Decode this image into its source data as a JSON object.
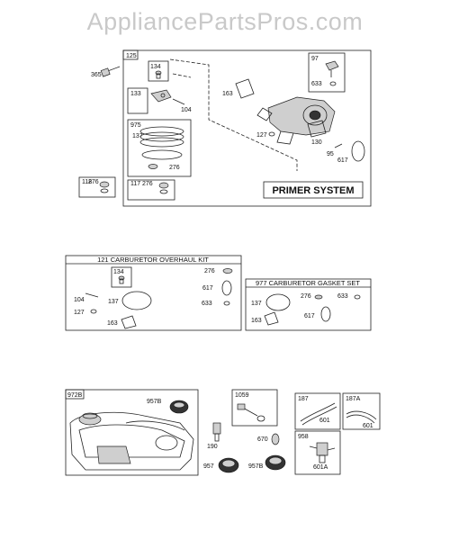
{
  "watermark": "AppliancePartsPros.com",
  "primer_system": {
    "title": "PRIMER SYSTEM",
    "box_label": "125",
    "labels": {
      "p365": "365",
      "p134": "134",
      "p133": "133",
      "p104": "104",
      "p975": "975",
      "p137": "137",
      "p276": "276",
      "p163": "163",
      "p97": "97",
      "p633": "633",
      "p127": "127",
      "p130": "130",
      "p95": "95",
      "p617": "617"
    },
    "small_boxes": [
      {
        "id": "118",
        "part": "276"
      },
      {
        "id": "117",
        "part": "276"
      }
    ]
  },
  "carb_overhaul": {
    "title": "121 CARBURETOR OVERHAUL KIT",
    "labels": {
      "p134": "134",
      "p276": "276",
      "p104": "104",
      "p137": "137",
      "p617": "617",
      "p127": "127",
      "p633": "633",
      "p163": "163"
    }
  },
  "carb_gasket": {
    "title": "977 CARBURETOR GASKET SET",
    "labels": {
      "p137": "137",
      "p276": "276",
      "p633": "633",
      "p163": "163",
      "p617": "617"
    }
  },
  "fuel_tank": {
    "box_label": "972B",
    "labels": {
      "p957B": "957B"
    }
  },
  "loose_parts": {
    "p190": "190",
    "p957": "957",
    "p957B": "957B",
    "p670": "670"
  },
  "box_1059": {
    "box_label": "1059"
  },
  "box_187": {
    "box_label": "187",
    "part": "601"
  },
  "box_187A": {
    "box_label": "187A",
    "part": "601"
  },
  "box_958": {
    "box_label": "958",
    "part": "601A"
  }
}
